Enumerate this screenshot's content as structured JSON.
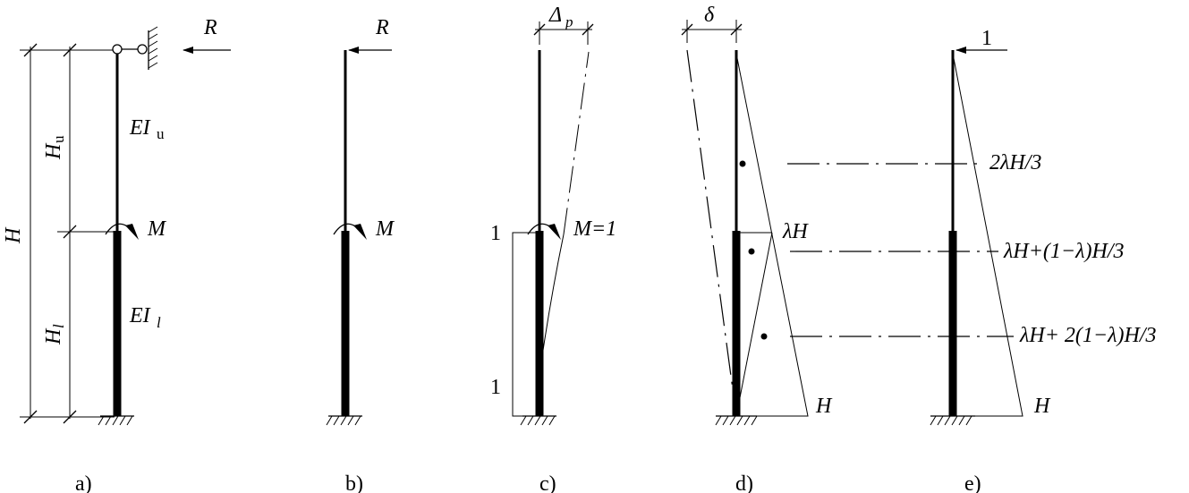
{
  "a": {
    "force": "R",
    "H": "H",
    "Hu": "H",
    "Hu_sub": "u",
    "Hl": "H",
    "Hl_sub": "l",
    "EIu": "EI",
    "EIu_sub": "u",
    "EIl": "EI",
    "EIl_sub": "l",
    "moment": "M",
    "caption": "a)"
  },
  "b": {
    "force": "R",
    "moment": "M",
    "caption": "b)"
  },
  "c": {
    "delta": "Δ",
    "delta_sub": "p",
    "moment": "M=1",
    "one_top": "1",
    "one_bottom": "1",
    "caption": "c)"
  },
  "d": {
    "delta": "δ",
    "lambdaH": "λH",
    "H": "H",
    "caption": "d)"
  },
  "e": {
    "unit_load": "1",
    "l1": "2λH/3",
    "l2": "λH+(1−λ)H/3",
    "l3": "λH+ 2(1−λ)H/3",
    "H": "H",
    "caption": "e)"
  }
}
